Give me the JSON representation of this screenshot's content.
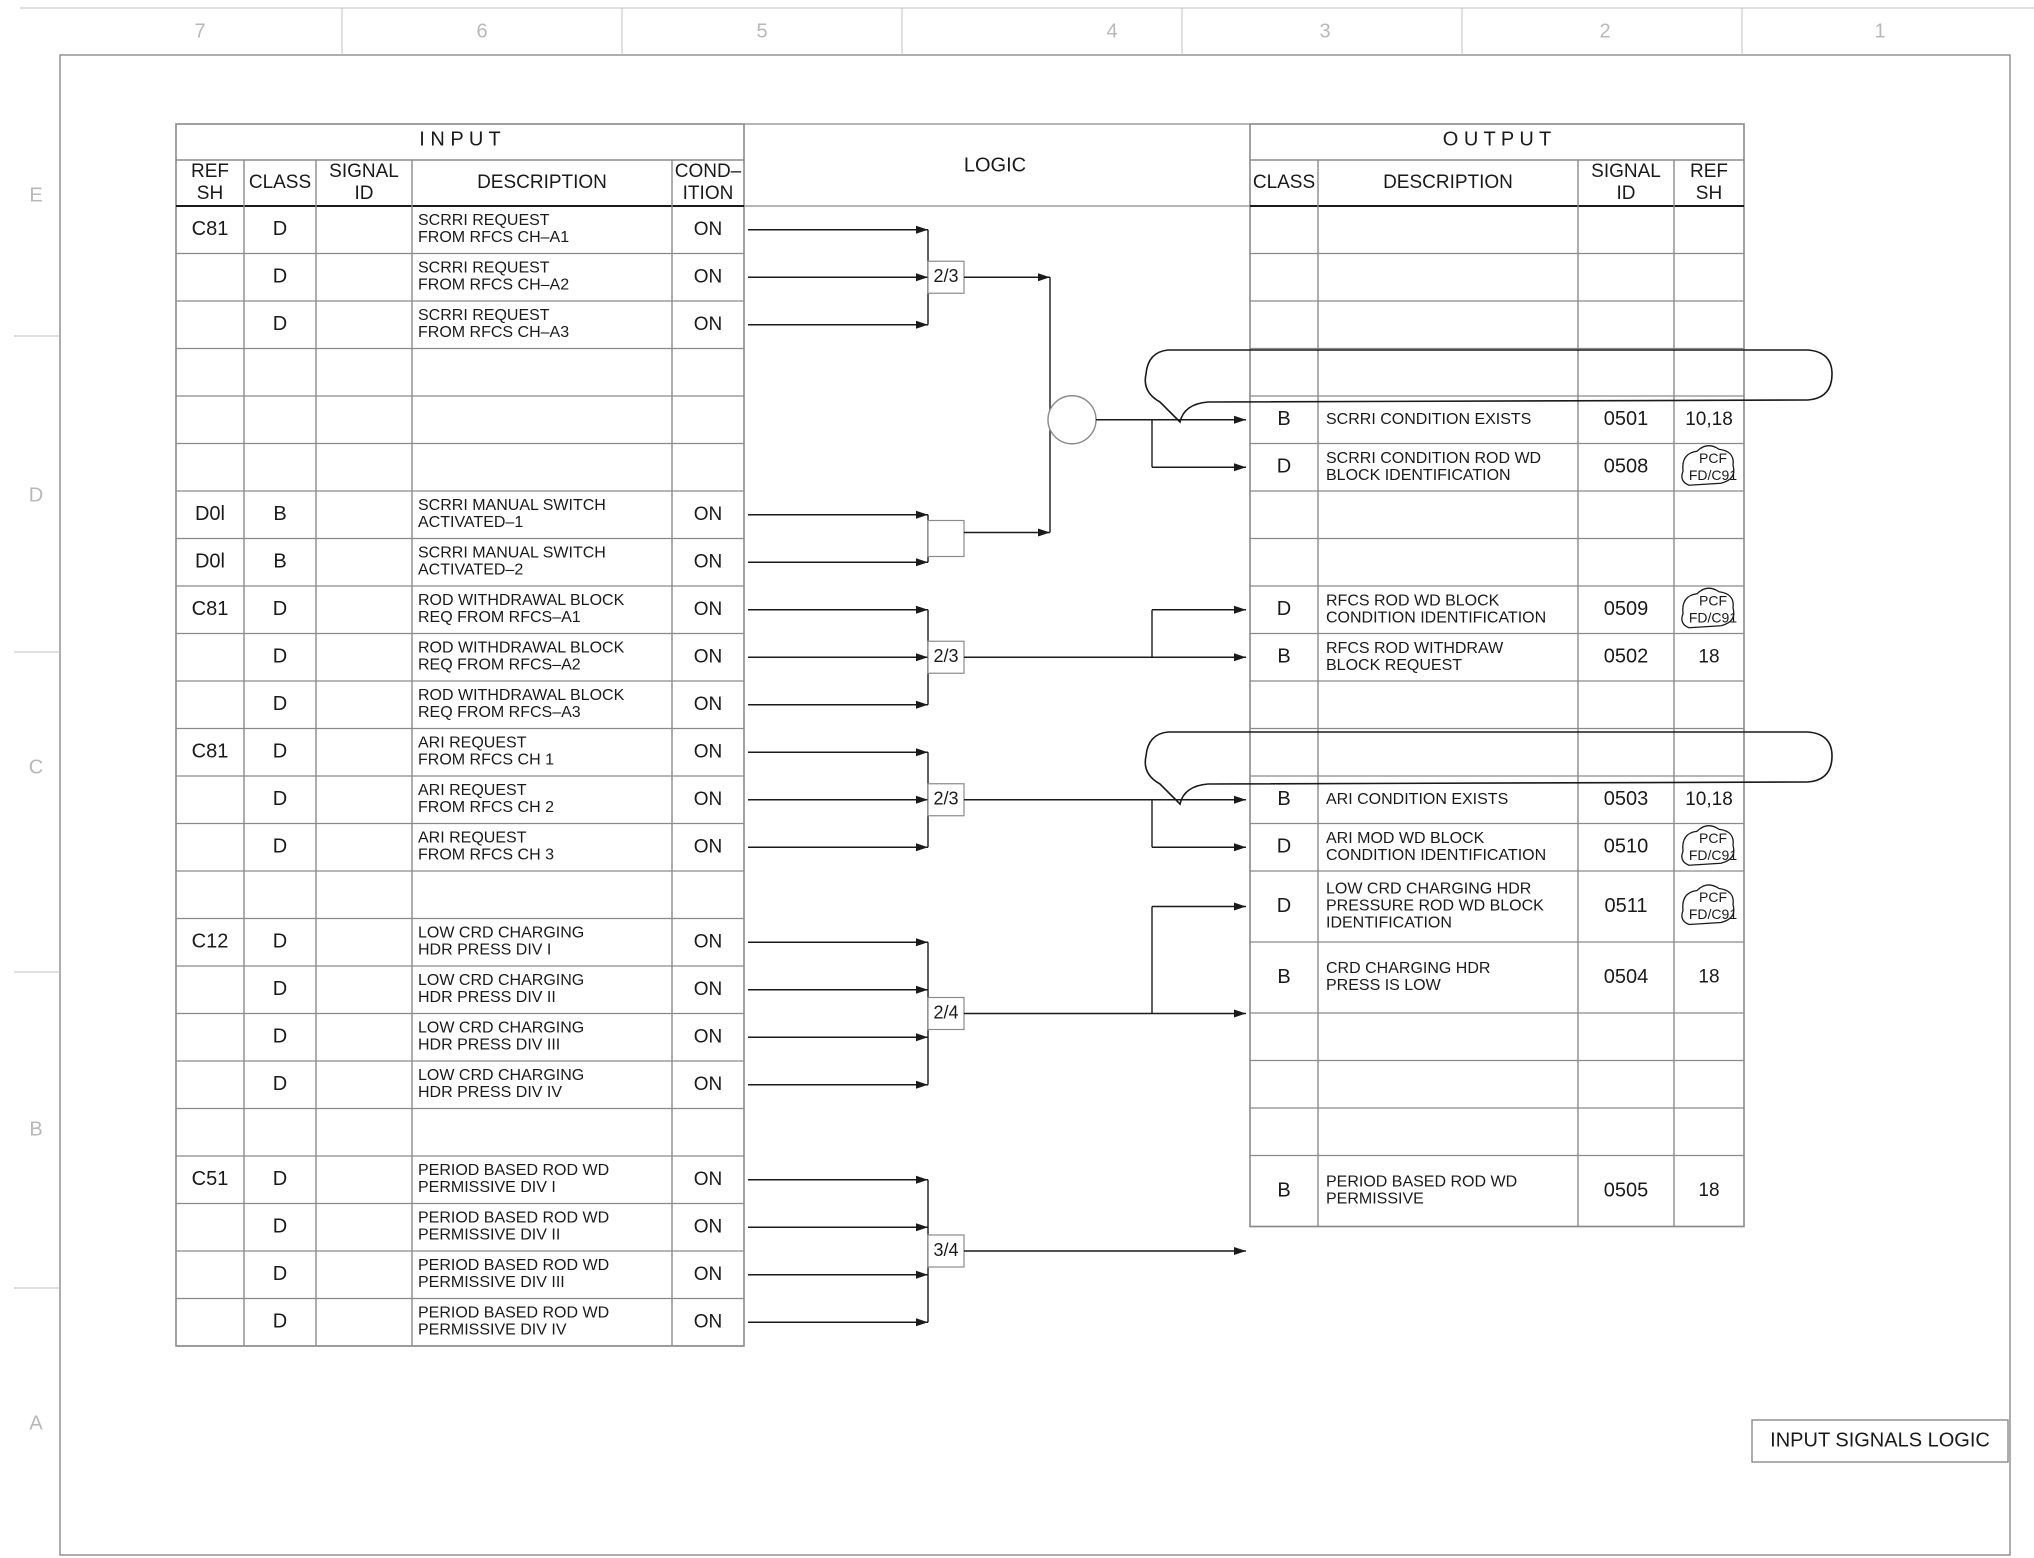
{
  "border": {
    "columns": [
      "7",
      "6",
      "5",
      "4",
      "3",
      "2",
      "1"
    ],
    "rows": [
      "E",
      "D",
      "C",
      "B",
      "A"
    ]
  },
  "input": {
    "title": "I N P U T",
    "headers": {
      "ref": [
        "REF",
        "SH"
      ],
      "class": [
        "CLASS"
      ],
      "signal": [
        "SIGNAL",
        "ID"
      ],
      "desc": [
        "DESCRIPTION"
      ],
      "cond": [
        "COND–",
        "ITION"
      ]
    },
    "rows": [
      {
        "ref": "C81",
        "cls": "D",
        "sig": "",
        "desc": [
          "SCRRI REQUEST",
          "FROM RFCS CH–A1"
        ],
        "cond": "ON"
      },
      {
        "ref": "",
        "cls": "D",
        "sig": "",
        "desc": [
          "SCRRI REQUEST",
          "FROM RFCS CH–A2"
        ],
        "cond": "ON"
      },
      {
        "ref": "",
        "cls": "D",
        "sig": "",
        "desc": [
          "SCRRI REQUEST",
          "FROM RFCS CH–A3"
        ],
        "cond": "ON"
      },
      {
        "ref": "",
        "cls": "",
        "sig": "",
        "desc": [],
        "cond": ""
      },
      {
        "ref": "",
        "cls": "",
        "sig": "",
        "desc": [],
        "cond": ""
      },
      {
        "ref": "",
        "cls": "",
        "sig": "",
        "desc": [],
        "cond": ""
      },
      {
        "ref": "D0l",
        "cls": "B",
        "sig": "",
        "desc": [
          "SCRRI MANUAL SWITCH",
          "ACTIVATED–1"
        ],
        "cond": "ON"
      },
      {
        "ref": "D0l",
        "cls": "B",
        "sig": "",
        "desc": [
          "SCRRI MANUAL SWITCH",
          "ACTIVATED–2"
        ],
        "cond": "ON"
      },
      {
        "ref": "C81",
        "cls": "D",
        "sig": "",
        "desc": [
          "ROD WITHDRAWAL BLOCK",
          "REQ FROM RFCS–A1"
        ],
        "cond": "ON"
      },
      {
        "ref": "",
        "cls": "D",
        "sig": "",
        "desc": [
          "ROD WITHDRAWAL BLOCK",
          "REQ FROM RFCS–A2"
        ],
        "cond": "ON"
      },
      {
        "ref": "",
        "cls": "D",
        "sig": "",
        "desc": [
          "ROD WITHDRAWAL BLOCK",
          "REQ FROM RFCS–A3"
        ],
        "cond": "ON"
      },
      {
        "ref": "C81",
        "cls": "D",
        "sig": "",
        "desc": [
          "ARI REQUEST",
          "FROM RFCS CH 1"
        ],
        "cond": "ON"
      },
      {
        "ref": "",
        "cls": "D",
        "sig": "",
        "desc": [
          "ARI REQUEST",
          "FROM RFCS CH 2"
        ],
        "cond": "ON"
      },
      {
        "ref": "",
        "cls": "D",
        "sig": "",
        "desc": [
          "ARI REQUEST",
          "FROM RFCS CH 3"
        ],
        "cond": "ON"
      },
      {
        "ref": "",
        "cls": "",
        "sig": "",
        "desc": [],
        "cond": ""
      },
      {
        "ref": "C12",
        "cls": "D",
        "sig": "",
        "desc": [
          "LOW CRD CHARGING",
          "HDR PRESS DIV I"
        ],
        "cond": "ON"
      },
      {
        "ref": "",
        "cls": "D",
        "sig": "",
        "desc": [
          "LOW CRD CHARGING",
          "HDR PRESS DIV II"
        ],
        "cond": "ON"
      },
      {
        "ref": "",
        "cls": "D",
        "sig": "",
        "desc": [
          "LOW CRD CHARGING",
          "HDR PRESS DIV III"
        ],
        "cond": "ON"
      },
      {
        "ref": "",
        "cls": "D",
        "sig": "",
        "desc": [
          "LOW CRD CHARGING",
          "HDR PRESS DIV IV"
        ],
        "cond": "ON"
      },
      {
        "ref": "",
        "cls": "",
        "sig": "",
        "desc": [],
        "cond": ""
      },
      {
        "ref": "C51",
        "cls": "D",
        "sig": "",
        "desc": [
          "PERIOD BASED ROD WD",
          "PERMISSIVE DIV I"
        ],
        "cond": "ON"
      },
      {
        "ref": "",
        "cls": "D",
        "sig": "",
        "desc": [
          "PERIOD BASED ROD WD",
          "PERMISSIVE DIV II"
        ],
        "cond": "ON"
      },
      {
        "ref": "",
        "cls": "D",
        "sig": "",
        "desc": [
          "PERIOD BASED ROD WD",
          "PERMISSIVE DIV III"
        ],
        "cond": "ON"
      },
      {
        "ref": "",
        "cls": "D",
        "sig": "",
        "desc": [
          "PERIOD BASED ROD WD",
          "PERMISSIVE DIV IV"
        ],
        "cond": "ON"
      }
    ]
  },
  "logic": {
    "title": "LOGIC",
    "gates": [
      "2/3",
      "2/3",
      "2/3",
      "2/4",
      "3/4"
    ]
  },
  "output": {
    "title": "O U T P U T",
    "headers": {
      "class": [
        "CLASS"
      ],
      "desc": [
        "DESCRIPTION"
      ],
      "signal": [
        "SIGNAL",
        "ID"
      ],
      "ref": [
        "REF",
        "SH"
      ]
    },
    "rows": [
      {
        "cls": "",
        "desc": [],
        "sig": "",
        "ref": ""
      },
      {
        "cls": "",
        "desc": [],
        "sig": "",
        "ref": ""
      },
      {
        "cls": "",
        "desc": [],
        "sig": "",
        "ref": ""
      },
      {
        "cls": "",
        "desc": [],
        "sig": "",
        "ref": ""
      },
      {
        "cls": "B",
        "desc": [
          "SCRRI CONDITION EXISTS"
        ],
        "sig": "0501",
        "ref": "10,18"
      },
      {
        "cls": "D",
        "desc": [
          "SCRRI CONDITION ROD WD",
          "BLOCK IDENTIFICATION"
        ],
        "sig": "0508",
        "ref": "",
        "stamp": true
      },
      {
        "cls": "",
        "desc": [],
        "sig": "",
        "ref": ""
      },
      {
        "cls": "",
        "desc": [],
        "sig": "",
        "ref": ""
      },
      {
        "cls": "D",
        "desc": [
          "RFCS ROD WD BLOCK",
          "CONDITION IDENTIFICATION"
        ],
        "sig": "0509",
        "ref": "",
        "stamp": true
      },
      {
        "cls": "B",
        "desc": [
          "RFCS ROD WITHDRAW",
          "BLOCK REQUEST"
        ],
        "sig": "0502",
        "ref": "18"
      },
      {
        "cls": "",
        "desc": [],
        "sig": "",
        "ref": ""
      },
      {
        "cls": "",
        "desc": [],
        "sig": "",
        "ref": ""
      },
      {
        "cls": "B",
        "desc": [
          "ARI CONDITION EXISTS"
        ],
        "sig": "0503",
        "ref": "10,18"
      },
      {
        "cls": "D",
        "desc": [
          "ARI MOD WD BLOCK",
          "CONDITION IDENTIFICATION"
        ],
        "sig": "0510",
        "ref": "",
        "stamp": true
      },
      {
        "cls": "D",
        "desc": [
          "LOW CRD CHARGING HDR",
          "PRESSURE ROD WD BLOCK",
          "IDENTIFICATION"
        ],
        "sig": "0511",
        "ref": "",
        "stamp": true,
        "tall": true
      },
      {
        "cls": "B",
        "desc": [
          "CRD CHARGING HDR",
          "PRESS IS LOW"
        ],
        "sig": "0504",
        "ref": "18",
        "tall": true
      },
      {
        "cls": "",
        "desc": [],
        "sig": "",
        "ref": ""
      },
      {
        "cls": "",
        "desc": [],
        "sig": "",
        "ref": ""
      },
      {
        "cls": "",
        "desc": [],
        "sig": "",
        "ref": ""
      },
      {
        "cls": "B",
        "desc": [
          "PERIOD BASED ROD WD",
          "PERMISSIVE"
        ],
        "sig": "0505",
        "ref": "18",
        "tall": true
      }
    ],
    "stamp_text": [
      "PCF",
      "FD/C91"
    ]
  },
  "title_block": {
    "text": "INPUT SIGNALS LOGIC"
  },
  "colors": {
    "line": "#1a1a1a",
    "grid": "#8a8a8a",
    "faint": "#c0c0c0",
    "bg": "#ffffff"
  }
}
